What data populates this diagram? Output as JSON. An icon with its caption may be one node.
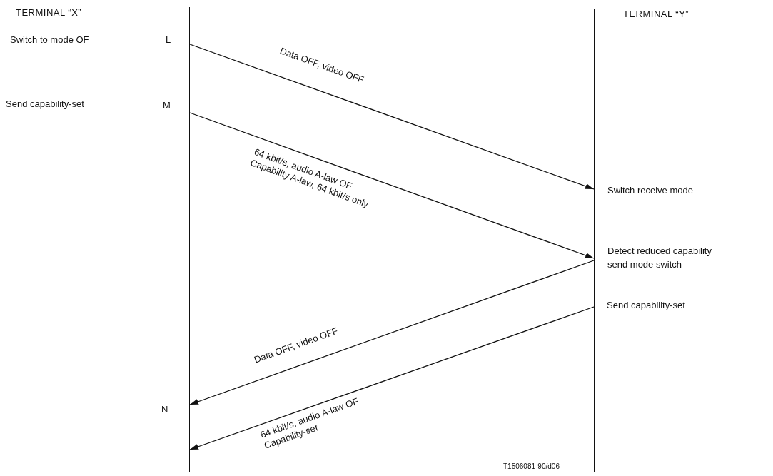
{
  "diagram": {
    "nodes": [
      {
        "text": [
          "TERMINAL “X”"
        ]
      },
      {
        "text": [
          "TERMINAL “Y”"
        ]
      }
    ],
    "edges": [
      {
        "from": 0,
        "to": 1,
        "arrow": "to",
        "label": "Data OFF, video OFF"
      },
      {
        "from": 0,
        "to": 1,
        "arrow": "to",
        "label": "64 kbit/s, audio A-law OF Capability A-law, 64 kbit/s only"
      },
      {
        "from": 1,
        "to": 0,
        "arrow": "to",
        "label": "Data OFF, video OFF"
      },
      {
        "from": 1,
        "to": 0,
        "arrow": "to",
        "label": "64 kbit/s, audio A-law OF Capability-set"
      }
    ],
    "labels": [
      "Switch to mode OF",
      "L",
      "Send capability-set",
      "M",
      "Switch receive mode",
      "Detect reduced capability send mode switch",
      "Send capability-set",
      "N",
      "T1506081-90/d06"
    ]
  }
}
